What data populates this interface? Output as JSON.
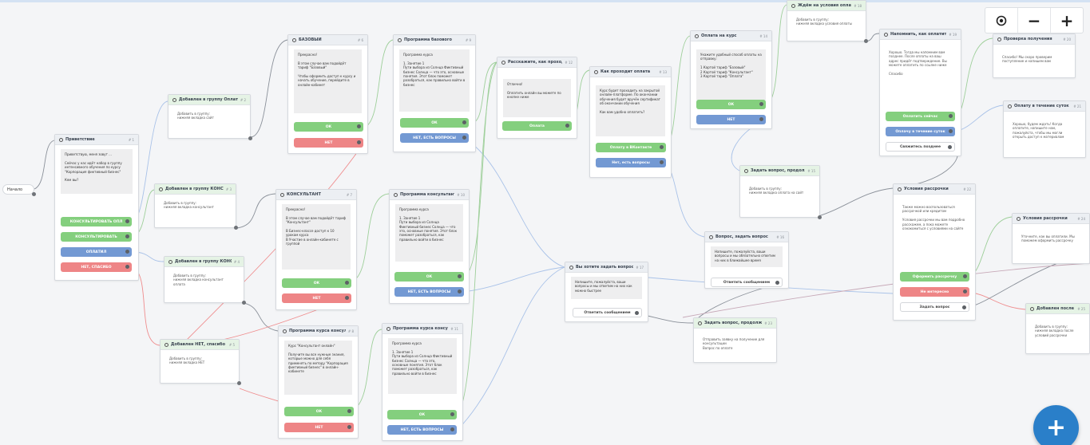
{
  "start_label": "Начало",
  "toolbar": {
    "center_icon": "target-icon",
    "zoom_out_label": "−",
    "zoom_in_label": "+",
    "add_label": "+"
  },
  "nodes": {
    "n1": {
      "title": "Приветствие",
      "id": "# 1",
      "text": "Приветствую, меня зовут ...\n\nСейчас у нас идёт набор в группу интенсивного обучения по курсу \"Корпорация фиктивный бизнес\"\n\nКем вы?",
      "buttons": [
        "КОНСУЛЬТИРОВАТЬ ОПЛ",
        "КОНСУЛЬТИРОВАТЬ",
        "ОПЛАТИЛ",
        "НЕТ, СПАСИБО"
      ]
    },
    "n2": {
      "title": "Добавлен в группу Оплатил",
      "id": "# 2",
      "text": "Добавить в группу:\nнижняя вкладка сайт"
    },
    "n3": {
      "title": "Добавлен в группу КОНСУЛЬТАНТ",
      "id": "# 3",
      "text": "Добавить в группу:\nнижняя вкладка консультант"
    },
    "n4": {
      "title": "Добавлен в группу КОНСУЛЬТАНТ ОПЛ",
      "id": "# 4",
      "text": "Добавить в группу:\nнижняя вкладка консультант оплата"
    },
    "n5": {
      "title": "Добавлен НЕТ, спасибо в группу",
      "id": "# 5",
      "text": "Добавить в группу:\nнижняя вкладка НЕТ"
    },
    "n6": {
      "title": "БАЗОВЫЙ",
      "id": "# 6",
      "text": "Прекрасно!\n\nВ этом случае вам подойдёт тариф \"Базовый\"\n\nЧтобы оформить доступ к курсу и начать обучение, перейдите в онлайн-кабинет",
      "buttons": [
        "ОК",
        "НЕТ"
      ]
    },
    "n7": {
      "title": "КОНСУЛЬТАНТ",
      "id": "# 7",
      "text": "Прекрасно!\n\nВ этом случае вам подойдёт тариф \"Консультант\"\n\nВ Бизнес-классе доступ к 10 урокам курса\nВ Участие в онлайн-кабинете с группой",
      "buttons": [
        "ОК",
        "НЕТ"
      ]
    },
    "n8": {
      "title": "Программа курса консультант оплата",
      "id": "# 8",
      "text": "Курс \"Консультант онлайн\"\n\nПолучите вы все нужные знания, которые можно для себя применять по методу \"Корпорация фиктивный бизнес\" в онлайн-кабинете",
      "buttons": [
        "ОК",
        "НЕТ"
      ]
    },
    "n9": {
      "title": "Программа базового",
      "id": "# 9",
      "text": "Программа курса\n\n1. Занятие 1\nПути выбора из Солнца Фиктивный бизнес Солнца — что это, основные понятия. Этот блок поможет разобраться, как правильно войти в бизнес",
      "buttons": [
        "ОК",
        "НЕТ, ЕСТЬ ВОПРОСЫ"
      ]
    },
    "n10": {
      "title": "Программа консультант",
      "id": "# 10",
      "text": "Программа курса\n\n1. Занятие 1\nПути выбора из Солнца Фиктивный бизнес Солнца — что это, основные понятия. Этот блок поможет разобраться, как правильно войти в бизнес",
      "buttons": [
        "ОК",
        "НЕТ, ЕСТЬ ВОПРОСЫ"
      ]
    },
    "n11": {
      "title": "Программа курса консультант",
      "id": "# 11",
      "text": "Программа курса\n\n1. Занятие 1\nПути выбора из Солнца Фиктивный бизнес Солнца — что это, основные понятия. Этот блок поможет разобраться, как правильно войти в бизнес",
      "buttons": [
        "ОК",
        "НЕТ, ЕСТЬ ВОПРОСЫ"
      ]
    },
    "n12": {
      "title": "Расскажите, как проходит оплата",
      "id": "# 12",
      "text": "Отлично!\n\nОплатить онлайн вы можете по кнопке ниже",
      "buttons": [
        "Оплата"
      ]
    },
    "n13": {
      "title": "Как проходит оплата",
      "id": "# 13",
      "text": "Курс будет проходить на закрытой онлайн-платформе. По окончании обучения будет вручён сертификат об окончании обучения\n\nКак вам удобно оплатить?",
      "buttons": [
        "Оплату в ВКонтакте",
        "Нет, есть вопросы"
      ]
    },
    "n14": {
      "title": "Оплата на курс",
      "id": "# 14",
      "text": "Укажите удобный способ оплаты на отправку:\n\n1 Картой тариф \"Базовый\"\n2 Картой тариф \"Консультант\"\n3 Картой тариф \"Оплата\"",
      "buttons": [
        "ОК",
        "НЕТ"
      ]
    },
    "n15": {
      "title": "Задать вопрос, продолжение оплаты",
      "id": "# 15",
      "text": "Добавить в группу:\nнижняя вкладка оплата на сайт"
    },
    "n16": {
      "title": "Вопрос, задать вопрос",
      "id": "# 16",
      "text": "Напишите, пожалуйста, ваши вопросы и мы обязательно ответим на них в ближайшее время",
      "buttons": [
        "Ответить сообщением"
      ]
    },
    "n17": {
      "title": "Вы хотите задать вопрос",
      "id": "# 17",
      "text": "Напишите, пожалуйста, ваши вопросы и мы ответим на них как можно быстрее",
      "buttons": [
        "Ответить сообщением"
      ]
    },
    "n18": {
      "title": "Ждём на условия оплаты",
      "id": "# 18",
      "text": "Добавить в группу:\nнижняя вкладка условия оплаты"
    },
    "n19": {
      "title": "Напомнить, как оплатить",
      "id": "# 19",
      "text": "Хорошо. Тогда мы напомним вам позднее. После оплаты на ваш адрес придёт подтверждение. Вы можете оплатить по ссылке ниже\n\nСпасибо",
      "buttons": [
        "Оплатить сейчас",
        "Оплачу в течение суток",
        "Свяжитесь позднее"
      ]
    },
    "n20": {
      "title": "Проверка получения",
      "id": "# 20",
      "text": "Спасибо! Мы скоро проверим поступление и напишем вам"
    },
    "n21": {
      "title": "Оплату в течение суток",
      "id": "# 21",
      "text": "Хорошо, будем ждать! Когда оплатите, напишите нам, пожалуйста, чтобы мы могли открыть доступ к материалам"
    },
    "n22": {
      "title": "Условия рассрочки",
      "id": "# 22",
      "text": "Также можно воспользоваться рассрочкой или кредитом\n\nУсловия рассрочки мы вам подробно расскажем, а пока можете ознакомиться с условиями на сайте",
      "buttons": [
        "Оформить рассрочку",
        "Не интересно",
        "Задать вопрос"
      ]
    },
    "n23": {
      "title": "Задать вопрос, продолжение",
      "id": "# 23",
      "text": "Отправить заявку на получение для консультации\nВопрос по оплате"
    },
    "n24": {
      "title": "Условия рассрочки",
      "id": "# 24",
      "text": "Уточните, как вы оплатили. Мы поможем оформить рассрочку"
    },
    "n25": {
      "title": "Добавлен после условий рассрочки",
      "id": "# 25",
      "text": "Добавить в группу:\nнижняя вкладка после условий рассрочки"
    }
  }
}
